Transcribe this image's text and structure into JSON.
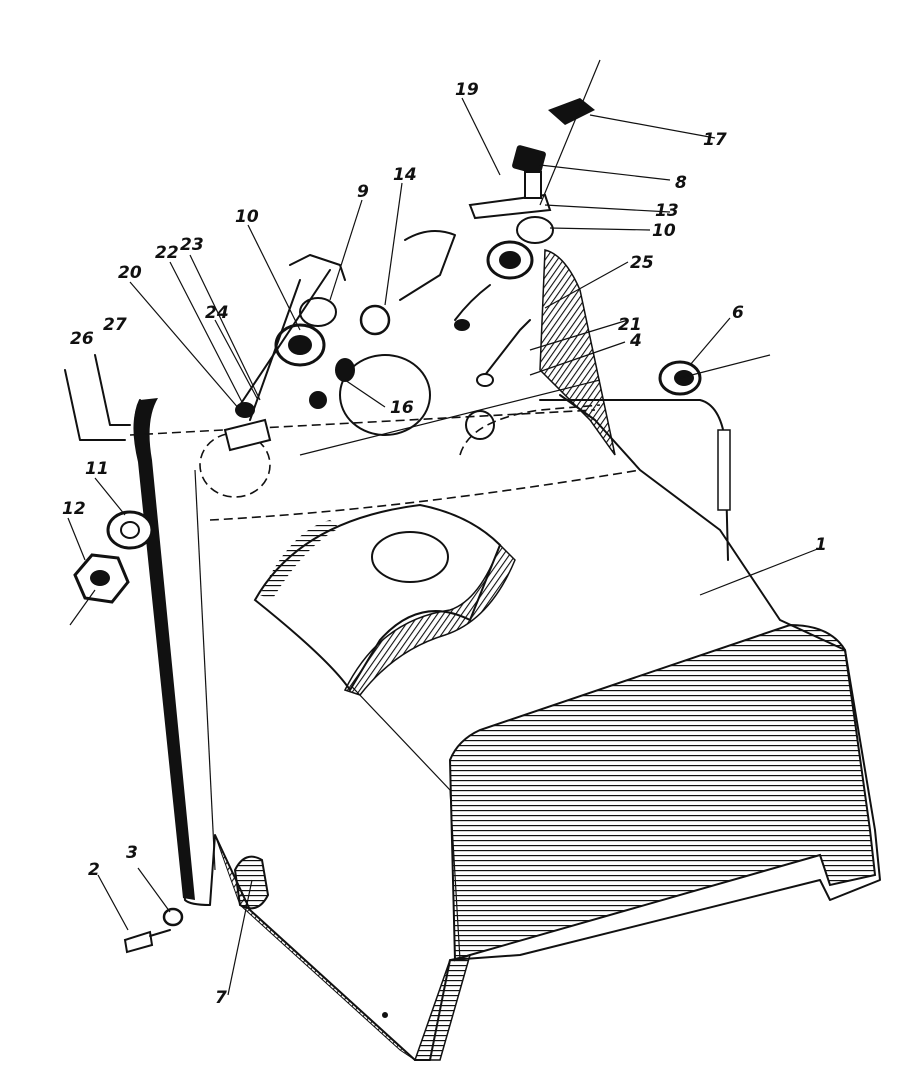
{
  "figure": {
    "callouts": [
      {
        "id": "c1",
        "text": "1"
      },
      {
        "id": "c2",
        "text": "2"
      },
      {
        "id": "c3",
        "text": "3"
      },
      {
        "id": "c4",
        "text": "4"
      },
      {
        "id": "c6",
        "text": "6"
      },
      {
        "id": "c7",
        "text": "7"
      },
      {
        "id": "c8",
        "text": "8"
      },
      {
        "id": "c9",
        "text": "9"
      },
      {
        "id": "c10a",
        "text": "10"
      },
      {
        "id": "c10b",
        "text": "10"
      },
      {
        "id": "c11",
        "text": "11"
      },
      {
        "id": "c12",
        "text": "12"
      },
      {
        "id": "c13",
        "text": "13"
      },
      {
        "id": "c14",
        "text": "14"
      },
      {
        "id": "c16",
        "text": "16"
      },
      {
        "id": "c17",
        "text": "17"
      },
      {
        "id": "c19",
        "text": "19"
      },
      {
        "id": "c20",
        "text": "20"
      },
      {
        "id": "c21",
        "text": "21"
      },
      {
        "id": "c22",
        "text": "22"
      },
      {
        "id": "c23",
        "text": "23"
      },
      {
        "id": "c24",
        "text": "24"
      },
      {
        "id": "c25",
        "text": "25"
      },
      {
        "id": "c26",
        "text": "26"
      },
      {
        "id": "c27",
        "text": "27"
      }
    ]
  },
  "colors": {
    "ink": "#111111",
    "paper": "#ffffff"
  }
}
